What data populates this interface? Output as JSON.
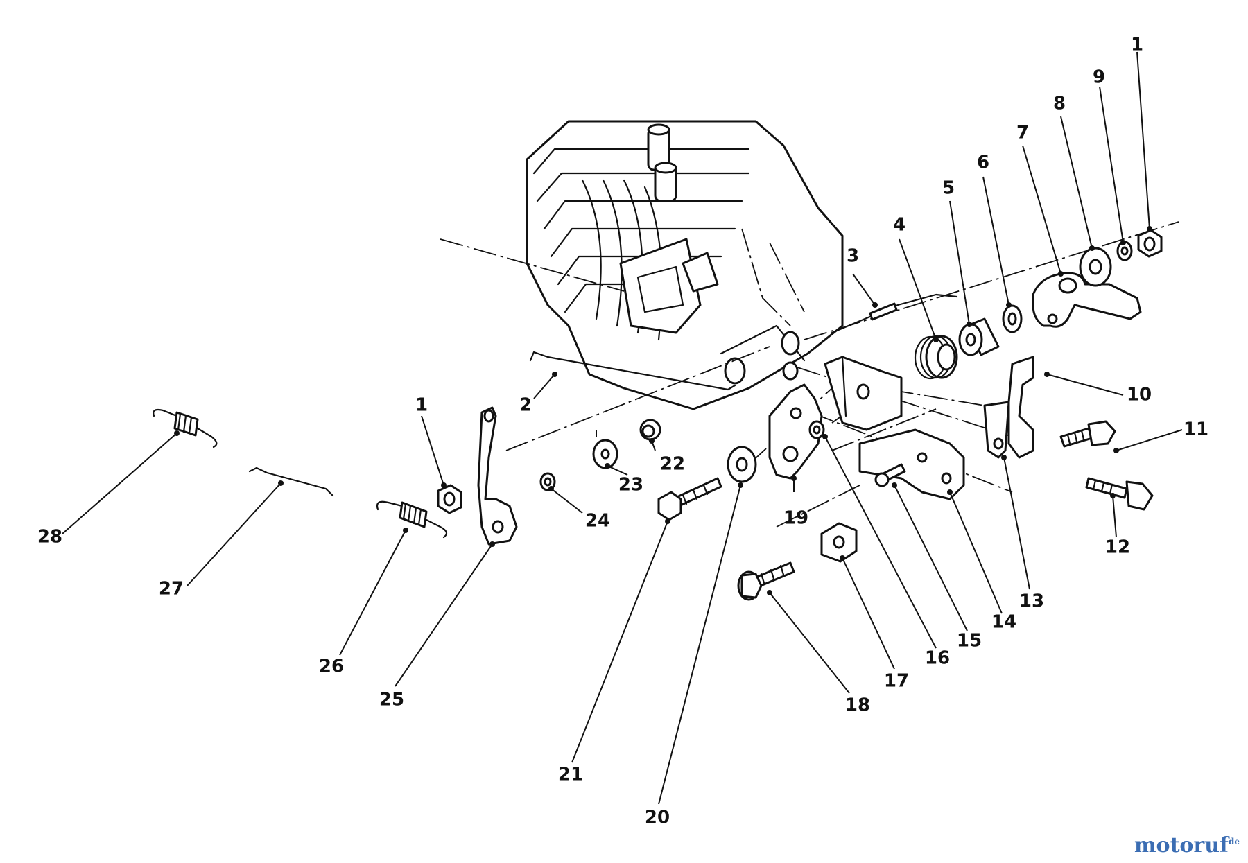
{
  "callouts": [
    {
      "label": "1"
    },
    {
      "label": "2"
    },
    {
      "label": "3"
    },
    {
      "label": "4"
    },
    {
      "label": "5"
    },
    {
      "label": "6"
    },
    {
      "label": "7"
    },
    {
      "label": "8"
    },
    {
      "label": "9"
    },
    {
      "label": "1"
    },
    {
      "label": "10"
    },
    {
      "label": "11"
    },
    {
      "label": "12"
    },
    {
      "label": "13"
    },
    {
      "label": "14"
    },
    {
      "label": "15"
    },
    {
      "label": "16"
    },
    {
      "label": "17"
    },
    {
      "label": "18"
    },
    {
      "label": "19"
    },
    {
      "label": "20"
    },
    {
      "label": "21"
    },
    {
      "label": "22"
    },
    {
      "label": "23"
    },
    {
      "label": "24"
    },
    {
      "label": "25"
    },
    {
      "label": "26"
    },
    {
      "label": "27"
    },
    {
      "label": "28"
    }
  ],
  "watermark": {
    "brand": "motoruf",
    "suffix": "de"
  }
}
